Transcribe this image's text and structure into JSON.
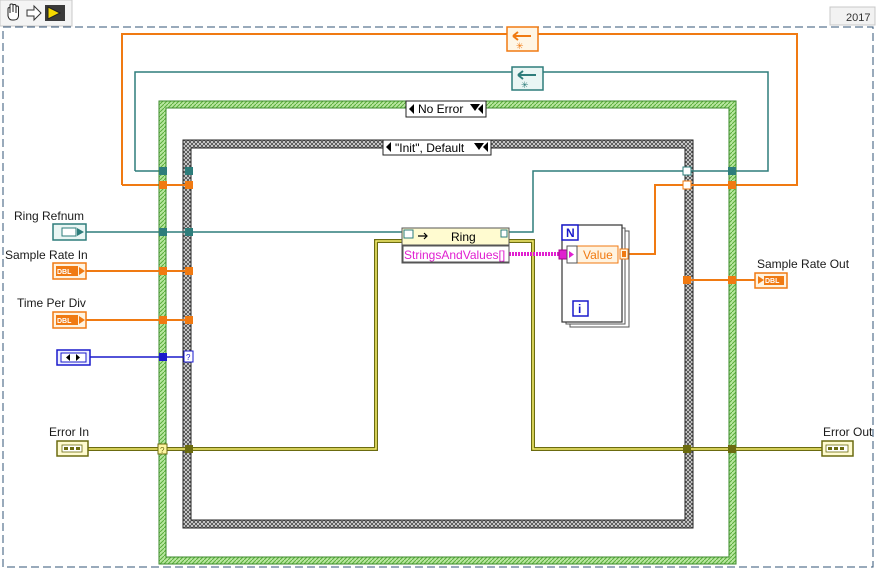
{
  "toolbar": {
    "hand_tool": "hand-icon",
    "arrow_tool": "arrow-icon",
    "run_tool": "run-icon"
  },
  "version": "2017",
  "case_outer": {
    "selector": "No Error"
  },
  "case_inner": {
    "selector": "\"Init\", Default"
  },
  "controls": {
    "ring_refnum": "Ring Refnum",
    "sample_rate_in": "Sample Rate In",
    "time_per_div": "Time Per Div",
    "error_in": "Error In"
  },
  "indicators": {
    "sample_rate_out": "Sample Rate Out",
    "error_out": "Error Out"
  },
  "terminal_types": {
    "dbl": "DBL"
  },
  "property_node": {
    "title": "Ring",
    "property": "StringsAndValues[]"
  },
  "for_loop": {
    "count": "N",
    "iteration": "i",
    "unbundle": "Value"
  },
  "colors": {
    "refnum_wire": "#2e7d7b",
    "dbl_wire": "#f07a12",
    "enum_wire": "#1a1acc",
    "error_wire": "#6b6b10",
    "cluster_wire": "#e020d0",
    "case_green": "#7ccf5a",
    "loop_gray": "#555555"
  }
}
